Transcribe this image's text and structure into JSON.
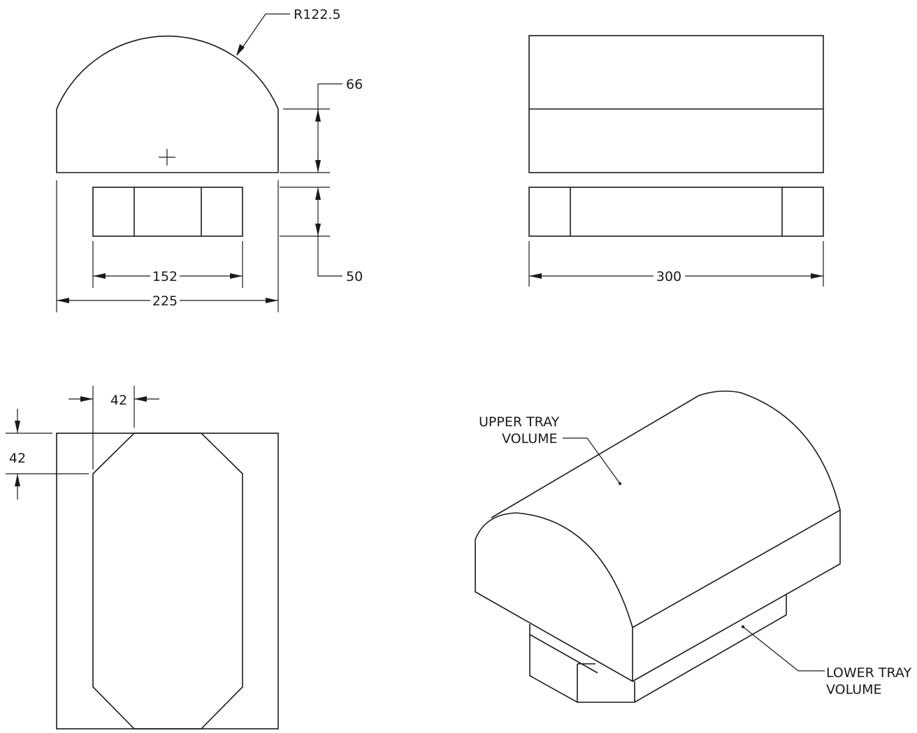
{
  "front_view": {
    "radius_label": "R122.5",
    "upper_height": "66",
    "lower_height": "50",
    "inner_width": "152",
    "overall_width": "225"
  },
  "side_view": {
    "length": "300"
  },
  "top_view": {
    "chamfer_x": "42",
    "chamfer_y": "42"
  },
  "isometric": {
    "upper_label_1": "UPPER TRAY",
    "upper_label_2": "VOLUME",
    "lower_label_1": "LOWER TRAY",
    "lower_label_2": "VOLUME"
  }
}
